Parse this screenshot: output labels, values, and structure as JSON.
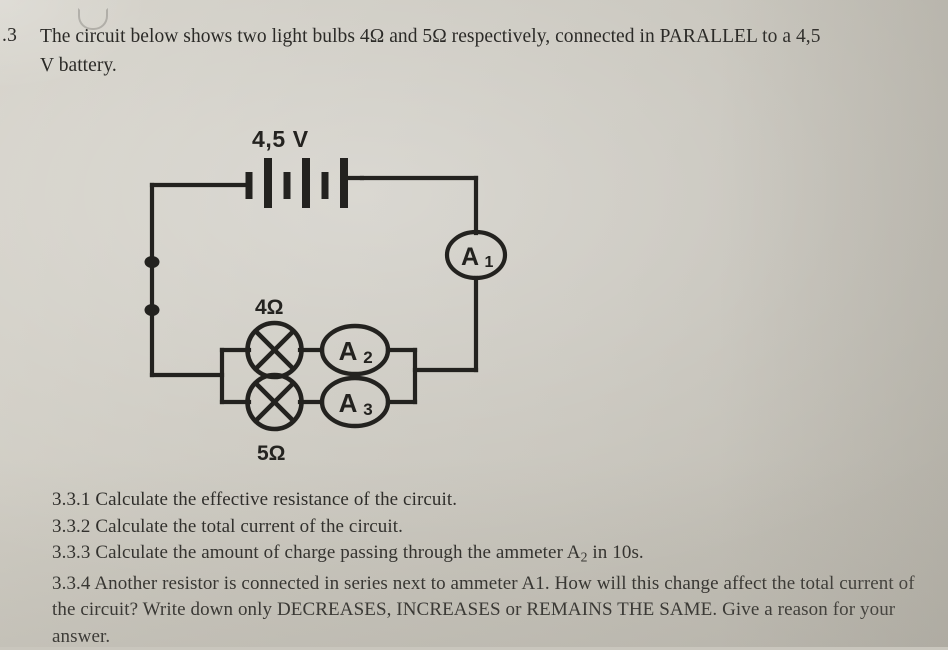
{
  "document": {
    "question_number": ".3",
    "stem_lines": [
      "The circuit below shows two light bulbs 4Ω and 5Ω respectively, connected in PARALLEL to a 4,5",
      "V battery."
    ],
    "partial_top_mark": "(cut-off character)"
  },
  "circuit": {
    "battery_label": "4,5 V",
    "battery_cells": 3,
    "lamp_top_label": "4Ω",
    "lamp_bottom_label": "5Ω",
    "ammeters": [
      {
        "id": "A1",
        "letter": "A",
        "subscript": "1",
        "position": "right-branch-main"
      },
      {
        "id": "A2",
        "letter": "A",
        "subscript": "2",
        "position": "top-parallel-branch"
      },
      {
        "id": "A3",
        "letter": "A",
        "subscript": "3",
        "position": "bottom-parallel-branch"
      }
    ],
    "junction_dots": 2,
    "ink_color": "#23221f",
    "paper_color": "#c9c6bd"
  },
  "subquestions": [
    {
      "number": "3.3.1",
      "text": "Calculate the effective resistance of the circuit."
    },
    {
      "number": "3.3.2",
      "text": "Calculate the total current of the circuit."
    },
    {
      "number": "3.3.3",
      "text_before": "Calculate the amount of charge passing through the ammeter A",
      "subscript": "2",
      "text_after": " in 10s."
    },
    {
      "number": "3.3.4",
      "text": "Another resistor is connected in series next to ammeter A1. How will this change affect the total current of the circuit? Write down only DECREASES, INCREASES or REMAINS THE SAME. Give a reason for your answer."
    }
  ]
}
